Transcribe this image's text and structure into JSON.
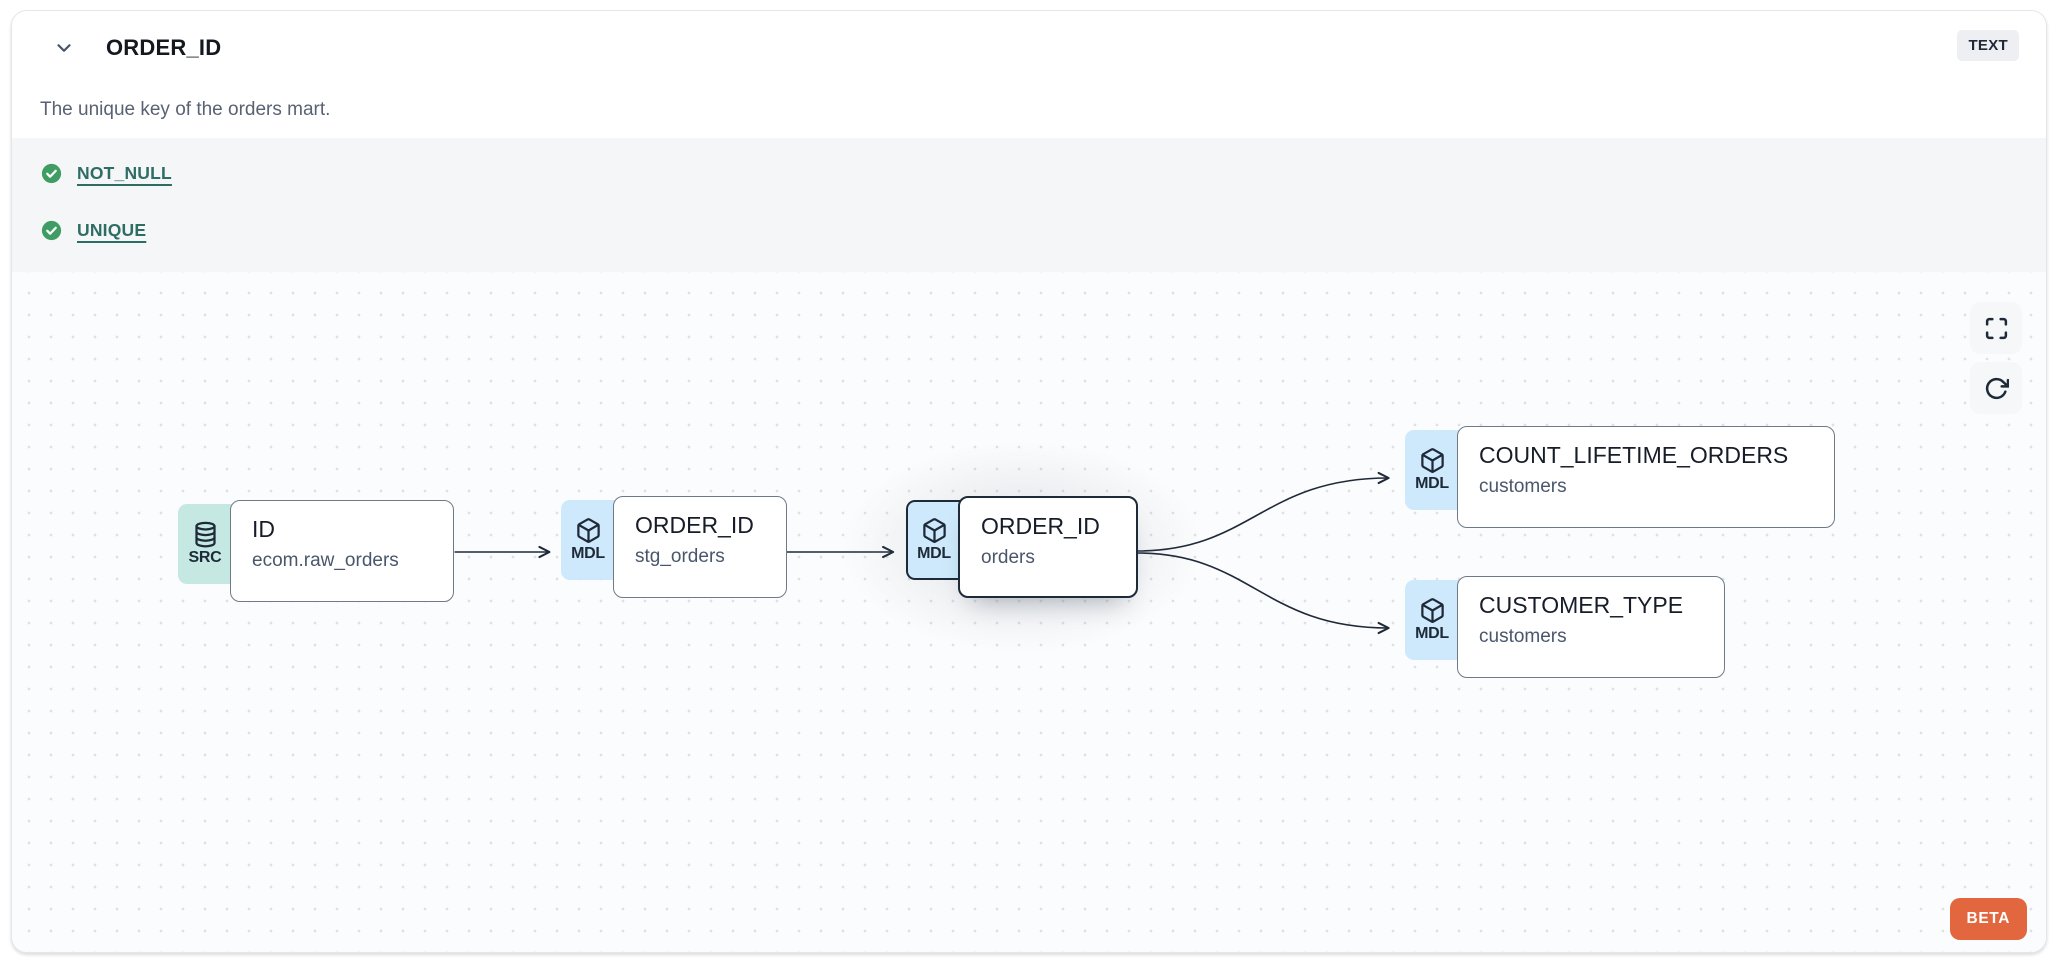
{
  "header": {
    "title": "ORDER_ID",
    "type_badge": "TEXT",
    "description": "The unique key of the orders mart."
  },
  "tests": {
    "items": [
      {
        "label": "NOT_NULL",
        "status": "pass"
      },
      {
        "label": "UNIQUE",
        "status": "pass"
      }
    ]
  },
  "lineage": {
    "beta_label": "BETA",
    "controls": [
      {
        "name": "fullscreen"
      },
      {
        "name": "refresh"
      }
    ],
    "nodes": [
      {
        "type": "SRC",
        "icon": "database-icon",
        "title": "ID",
        "subtitle": "ecom.raw_orders",
        "selected": false
      },
      {
        "type": "MDL",
        "icon": "box-icon",
        "title": "ORDER_ID",
        "subtitle": "stg_orders",
        "selected": false
      },
      {
        "type": "MDL",
        "icon": "box-icon",
        "title": "ORDER_ID",
        "subtitle": "orders",
        "selected": true
      },
      {
        "type": "MDL",
        "icon": "box-icon",
        "title": "COUNT_LIFETIME_ORDERS",
        "subtitle": "customers",
        "selected": false
      },
      {
        "type": "MDL",
        "icon": "box-icon",
        "title": "CUSTOMER_TYPE",
        "subtitle": "customers",
        "selected": false
      }
    ],
    "edges": [
      {
        "from": "ID ecom.raw_orders",
        "to": "ORDER_ID stg_orders"
      },
      {
        "from": "ORDER_ID stg_orders",
        "to": "ORDER_ID orders"
      },
      {
        "from": "ORDER_ID orders",
        "to": "COUNT_LIFETIME_ORDERS customers"
      },
      {
        "from": "ORDER_ID orders",
        "to": "CUSTOMER_TYPE customers"
      }
    ]
  },
  "colors": {
    "test_pass_green": "#3f9d63",
    "test_link_teal": "#2e6d64",
    "src_badge_bg": "#c5e8e3",
    "mdl_badge_bg": "#cde9fb",
    "selected_border": "#1e2a38",
    "beta_orange": "#e2663e",
    "edge_stroke": "#1f2937"
  }
}
